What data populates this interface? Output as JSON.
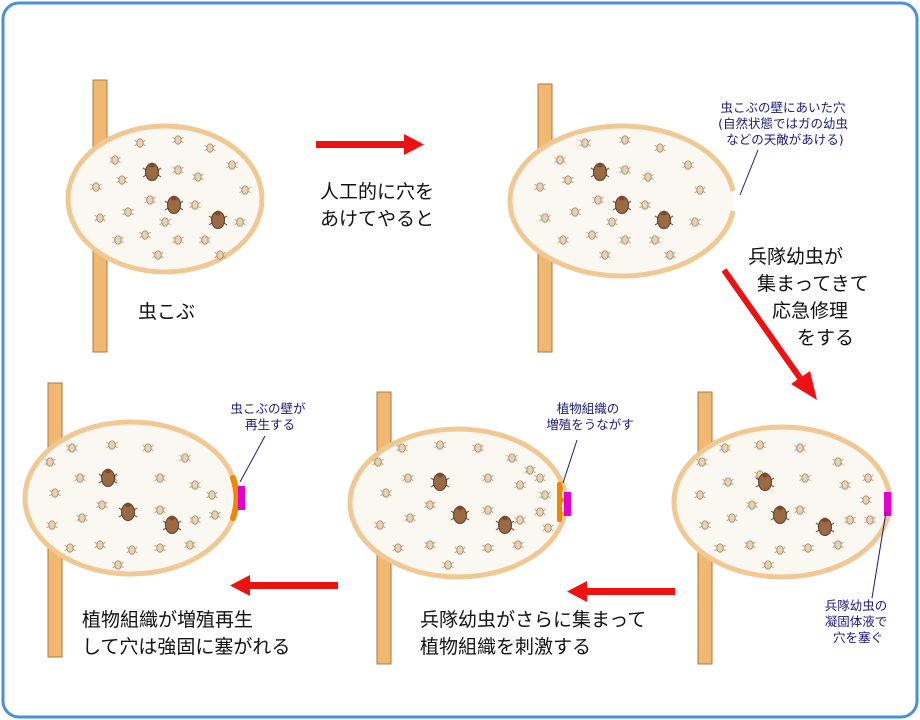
{
  "colors": {
    "frame": "#4a90d9",
    "stem": "#f0b870",
    "stem_stroke": "#a87a40",
    "gall_fill": "#fbf8f2",
    "gall_stroke": "#f0c894",
    "arrow": "#ee1111",
    "plug": "#e000d0",
    "tissue": "#ee8800",
    "larva_small": "#d9c3a3",
    "larva_large": "#8a5a3a",
    "callout": "#1a1a7a"
  },
  "labels": {
    "gall": "虫こぶ",
    "step1": [
      "人工的に穴を",
      "あけてやると"
    ],
    "hole_note": [
      "虫こぶの壁にあいた穴",
      "(自然状態ではガの幼虫",
      "などの天敵があける)"
    ],
    "step2": [
      "兵隊幼虫が",
      "集まってきて",
      "応急修理",
      "をする"
    ],
    "plug_note": [
      "兵隊幼虫の",
      "凝固体液で",
      "穴を塞ぐ"
    ],
    "step3": [
      "兵隊幼虫がさらに集まって",
      "植物組織を刺激する"
    ],
    "tissue_note": [
      "植物組織の",
      "増殖をうながす"
    ],
    "step4": [
      "植物組織が増殖再生",
      "して穴は強固に塞がれる"
    ],
    "regen_note": [
      "虫こぶの壁が",
      "再生する"
    ]
  }
}
